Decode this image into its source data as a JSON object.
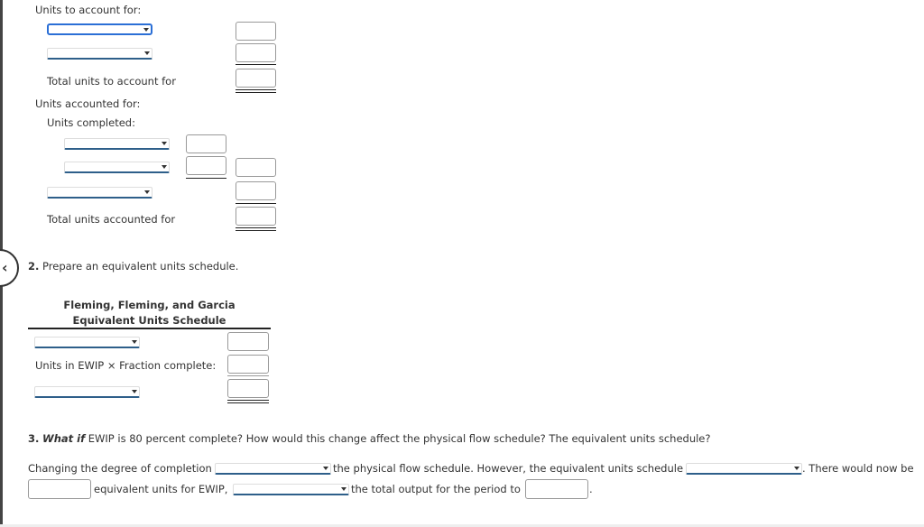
{
  "physical_flow": {
    "units_to_account_for": "Units to account for:",
    "total_units_to_account_for": "Total units to account for",
    "units_accounted_for": "Units accounted for:",
    "units_completed": "Units completed:",
    "total_units_accounted_for": "Total units accounted for"
  },
  "part2": {
    "number": "2.",
    "prompt": "Prepare an equivalent units schedule.",
    "company": "Fleming, Fleming, and Garcia",
    "schedule_title": "Equivalent Units Schedule",
    "ewip_label": "Units in EWIP × Fraction complete:"
  },
  "part3": {
    "number": "3.",
    "what_if": "What if",
    "prompt": "EWIP is 80 percent complete? How would this change affect the physical flow schedule? The equivalent units schedule?",
    "s1": "Changing the degree of completion",
    "s2": "the physical flow schedule. However, the equivalent units schedule",
    "s3": ". There would now be",
    "s4": "equivalent units for EWIP,",
    "s5": "the total output for the period to",
    "s6": "."
  },
  "nav": {
    "prev_icon": "chevron-left-icon"
  }
}
